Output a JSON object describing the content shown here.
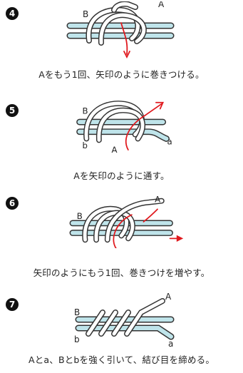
{
  "steps": [
    {
      "number": "4",
      "labels": {
        "upper": "B",
        "corner": "A"
      },
      "caption": "Aをもう1回、矢印のように巻きつける。"
    },
    {
      "number": "5",
      "labels": {
        "upper": "B",
        "lower": "b",
        "mid": "A",
        "end": "a"
      },
      "caption": "Aを矢印のように通す。"
    },
    {
      "number": "6",
      "labels": {
        "upper": "B",
        "corner": "A"
      },
      "caption": "矢印のようにもう1回、巻きつけを増やす。"
    },
    {
      "number": "7",
      "labels": {
        "upper": "B",
        "lower": "b",
        "corner": "A",
        "end": "a"
      },
      "caption": "Aとa、Bとbを強く引いて、結び目を締める。"
    }
  ],
  "colors": {
    "rope_fill": "#bfe4ea",
    "rope_outline": "#333333",
    "arrow": "#e0191e"
  },
  "icons": [
    "step-number-badge",
    "red-direction-arrow"
  ]
}
